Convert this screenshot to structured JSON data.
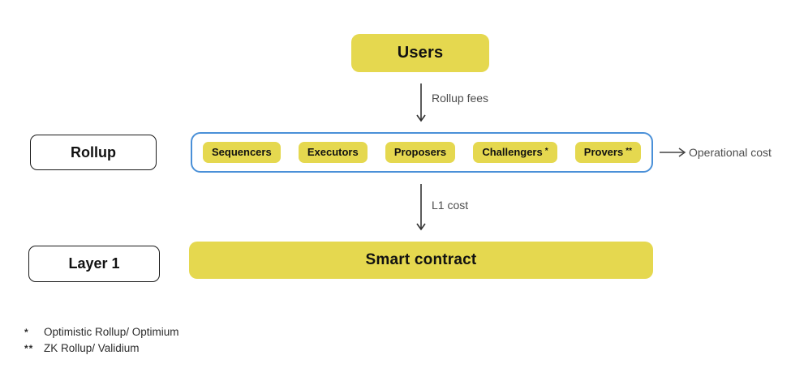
{
  "users": {
    "label": "Users"
  },
  "edges": {
    "rollup_fees": "Rollup fees",
    "l1_cost": "L1 cost",
    "operational_cost": "Operational cost"
  },
  "rollup": {
    "label": "Rollup",
    "actors": [
      {
        "label": "Sequencers",
        "marker": ""
      },
      {
        "label": "Executors",
        "marker": ""
      },
      {
        "label": "Proposers",
        "marker": ""
      },
      {
        "label": "Challengers",
        "marker": "*"
      },
      {
        "label": "Provers",
        "marker": "**"
      }
    ]
  },
  "layer1": {
    "label": "Layer 1"
  },
  "smart_contract": {
    "label": "Smart contract"
  },
  "footnotes": [
    {
      "marker": "*",
      "text": "Optimistic Rollup/ Optimium"
    },
    {
      "marker": "**",
      "text": "ZK Rollup/ Validium"
    }
  ],
  "colors": {
    "box_yellow": "#E5D84F",
    "container_border_blue": "#4A90D8",
    "edge_label_gray": "#4D4D4D",
    "text_black": "#111111"
  }
}
